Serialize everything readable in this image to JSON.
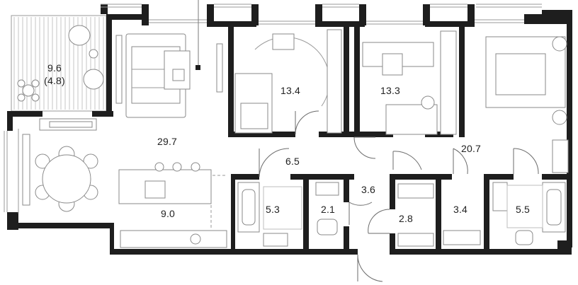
{
  "rooms": {
    "balcony": {
      "area": "9.6",
      "area_secondary": "(4.8)"
    },
    "living": {
      "area": "29.7"
    },
    "kitchen": {
      "area": "9.0"
    },
    "hall": {
      "area": "6.5"
    },
    "corridor": {
      "area": "3.6"
    },
    "bedroom_1": {
      "area": "13.4"
    },
    "bedroom_2": {
      "area": "13.3"
    },
    "master_bedroom": {
      "area": "20.7"
    },
    "bathroom_1": {
      "area": "5.3"
    },
    "wc": {
      "area": "2.1"
    },
    "storage": {
      "area": "2.8"
    },
    "wardrobe": {
      "area": "3.4"
    },
    "bathroom_2": {
      "area": "5.5"
    }
  },
  "colors": {
    "wall": "#1e1e1e",
    "line": "#8a8a8a",
    "text": "#222222"
  }
}
